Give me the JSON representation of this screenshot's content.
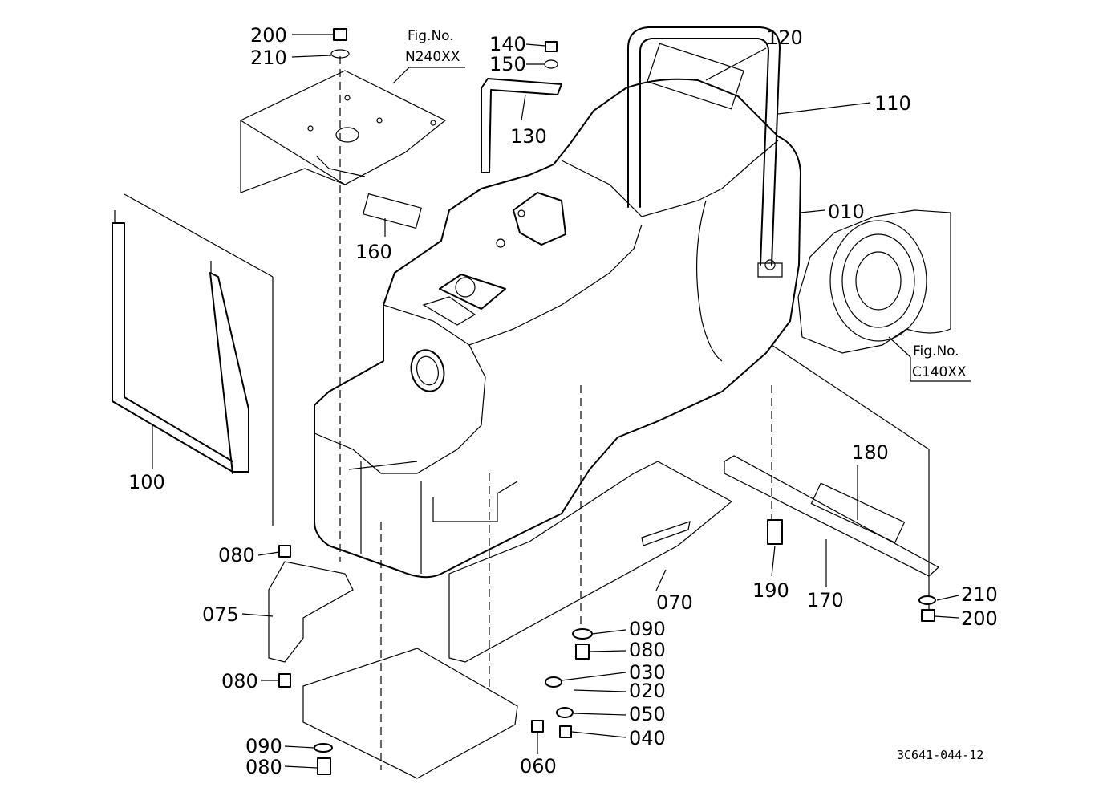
{
  "figure_refs": {
    "top": {
      "label": "Fig.No.",
      "code": "N240XX"
    },
    "right": {
      "label": "Fig.No.",
      "code": "C140XX"
    }
  },
  "part_labels": {
    "p200_top": "200",
    "p210_top": "210",
    "p140": "140",
    "p150": "150",
    "p120": "120",
    "p110": "110",
    "p130": "130",
    "p010": "010",
    "p160": "160",
    "p100": "100",
    "p180": "180",
    "p080_a": "080",
    "p075": "075",
    "p070": "070",
    "p190": "190",
    "p170": "170",
    "p210_right": "210",
    "p200_right": "200",
    "p090_a": "090",
    "p080_b": "080",
    "p030": "030",
    "p020": "020",
    "p080_c": "080",
    "p050": "050",
    "p040": "040",
    "p090_b": "090",
    "p080_d": "080",
    "p060": "060"
  },
  "drawing_number": "3C641-044-12"
}
